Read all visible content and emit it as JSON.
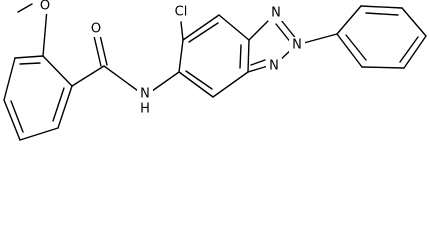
{
  "molecule": {
    "atom_labels": {
      "methoxy_oxygen": "O",
      "carbonyl_oxygen": "O",
      "amide_nitrogen": "N",
      "amide_hydrogen": "H",
      "chlorine": "Cl",
      "triazole_n1": "N",
      "triazole_n2": "N",
      "triazole_n3": "N"
    }
  }
}
